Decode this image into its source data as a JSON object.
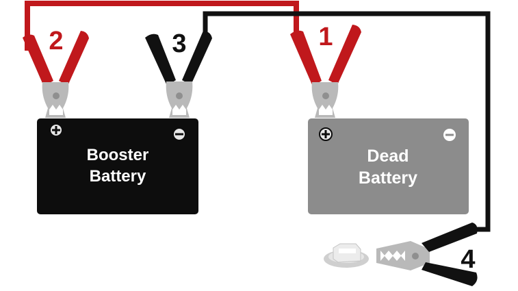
{
  "batteries": {
    "booster": {
      "line1": "Booster",
      "line2": "Battery"
    },
    "dead": {
      "line1": "Dead",
      "line2": "Battery"
    }
  },
  "steps": {
    "one": "1",
    "two": "2",
    "three": "3",
    "four": "4"
  },
  "terminals": {
    "plus": "+",
    "minus": "−"
  },
  "colors": {
    "red": "#c0181c",
    "black": "#111111",
    "clamp_metal": "#b9b9b9",
    "dead_battery": "#8c8c8c",
    "booster_battery": "#0d0d0d"
  }
}
